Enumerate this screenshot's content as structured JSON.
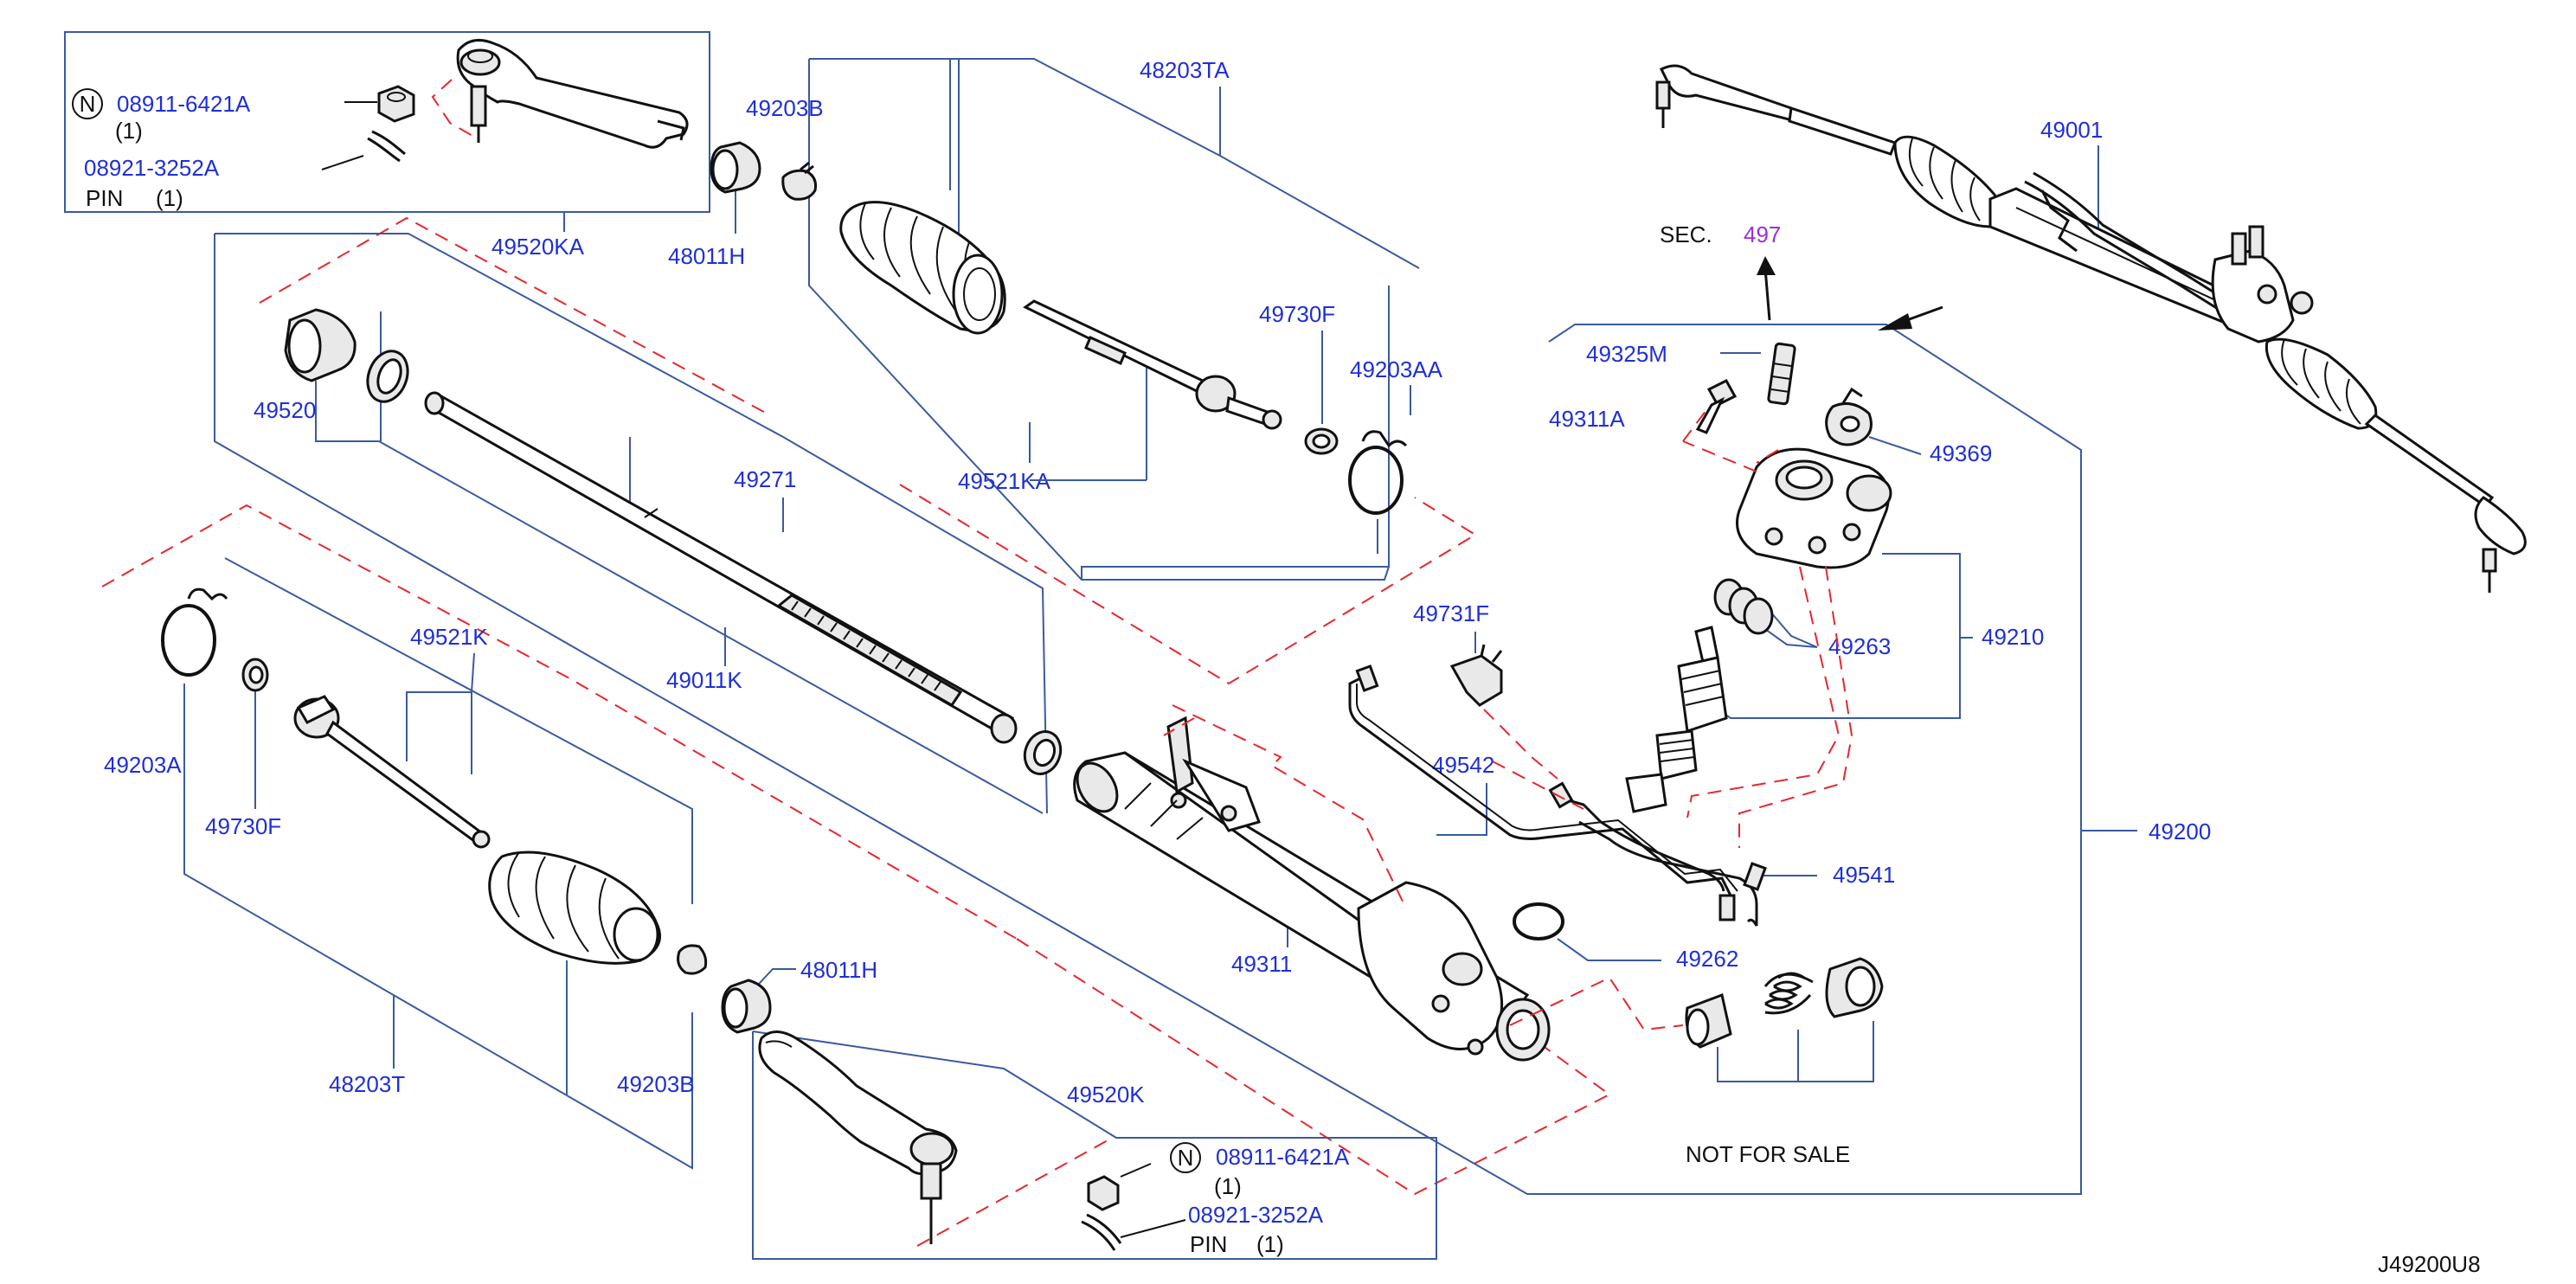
{
  "diagram": {
    "code": "J49200U8",
    "sec_prefix": "SEC.",
    "sec_number": "497",
    "not_for_sale": "NOT   FOR   SALE",
    "colors": {
      "part_number": "#1f2fd6",
      "section_ref": "#9b30d9",
      "leader": "#3a5a9e",
      "dashed_guide": "#e8262d"
    },
    "labels": {
      "p48203TA": "48203TA",
      "p49203B_top": "49203B",
      "p48011H_top": "48011H",
      "p49520KA": "49520KA",
      "p49730F_top": "49730F",
      "p49203AA": "49203AA",
      "p49520": "49520",
      "p49271": "49271",
      "p49521KA": "49521KA",
      "p49011K": "49011K",
      "p49521K": "49521K",
      "p49203A": "49203A",
      "p49730F_left": "49730F",
      "p48011H_bottom": "48011H",
      "p48203T": "48203T",
      "p49203B_bottom": "49203B",
      "p49520K": "49520K",
      "p49311": "49311",
      "p49731F": "49731F",
      "p49542": "49542",
      "p49325M": "49325M",
      "p49311A": "49311A",
      "p49369": "49369",
      "p49263": "49263",
      "p49210": "49210",
      "p49541": "49541",
      "p49262": "49262",
      "p49200": "49200",
      "p49001": "49001"
    },
    "callout_top": {
      "symbol": "N",
      "nut": "08911-6421A",
      "nut_qty": "(1)",
      "pin": "08921-3252A",
      "pin_label": "PIN",
      "pin_qty": "(1)"
    },
    "callout_bottom": {
      "symbol": "N",
      "nut": "08911-6421A",
      "nut_qty": "(1)",
      "pin": "08921-3252A",
      "pin_label": "PIN",
      "pin_qty": "(1)"
    }
  }
}
